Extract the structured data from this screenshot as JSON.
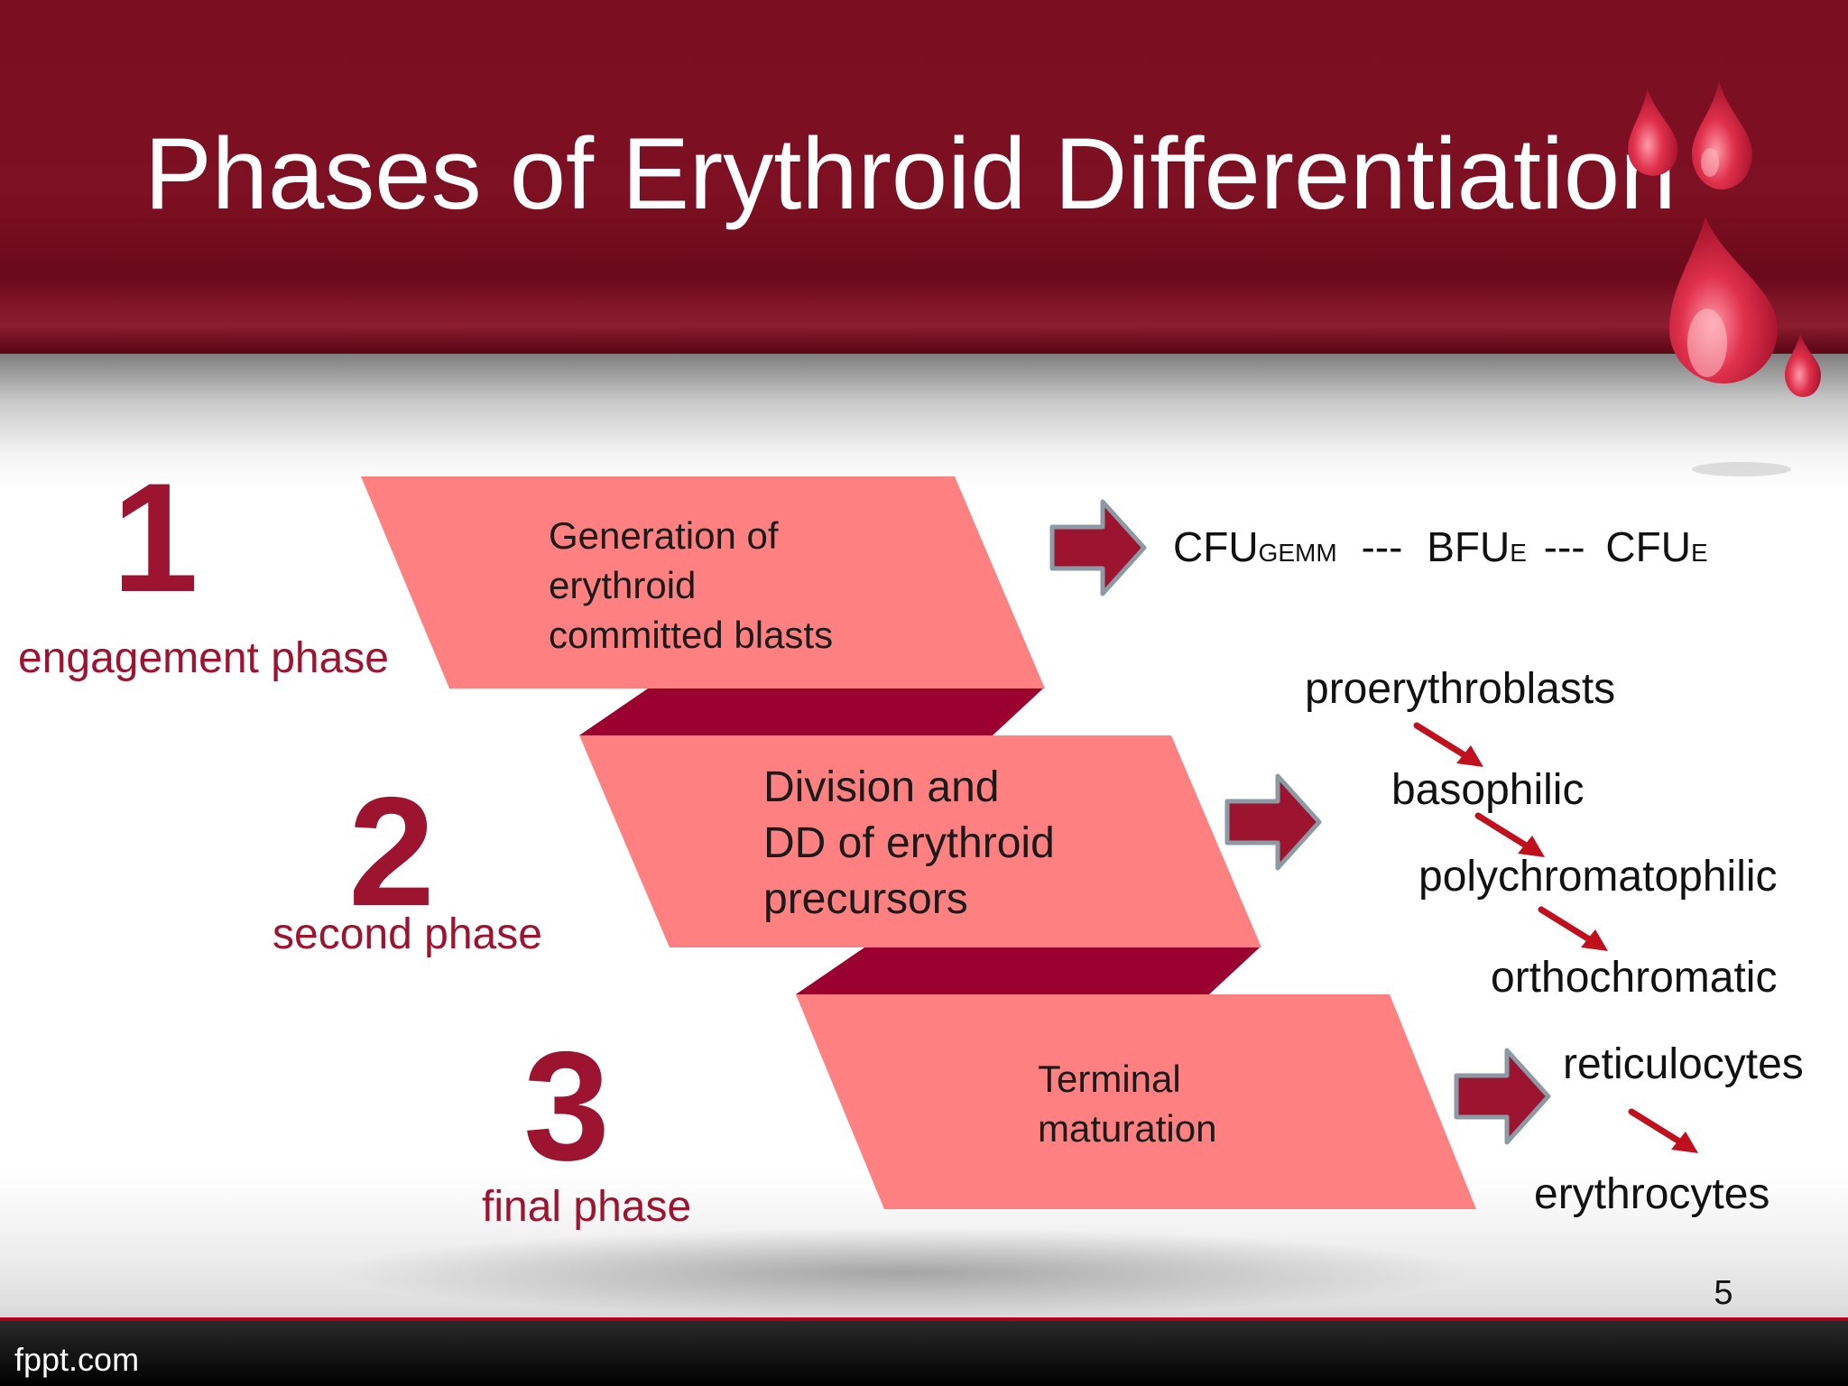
{
  "slide": {
    "title": "Phases of Erythroid Differentiation",
    "page_number": "5",
    "footer": "fppt.com"
  },
  "colors": {
    "header": "#7a0f22",
    "accent": "#9c1430",
    "box_fill": "#ff8080",
    "connector": "#9a0030"
  },
  "phases": [
    {
      "number": "1",
      "label": "engagement phase",
      "box_text": "Generation of\nerythroid\ncommitted blasts"
    },
    {
      "number": "2",
      "label": "second phase",
      "box_text": "Division and\nDD of erythroid\nprecursors"
    },
    {
      "number": "3",
      "label": "final phase",
      "box_text": "Terminal\nmaturation"
    }
  ],
  "outputs": {
    "phase1": {
      "cfu": "CFU",
      "cfu_sub": "GEMM",
      "sep1": "---",
      "bfu": "BFU",
      "bfu_sub": "E",
      "sep2": "---",
      "cfue": "CFU",
      "cfue_sub": "E"
    },
    "phase2": [
      "proerythroblasts",
      "basophilic",
      "polychromatophilic",
      "orthochromatic"
    ],
    "phase3": [
      "reticulocytes",
      "erythrocytes"
    ]
  }
}
